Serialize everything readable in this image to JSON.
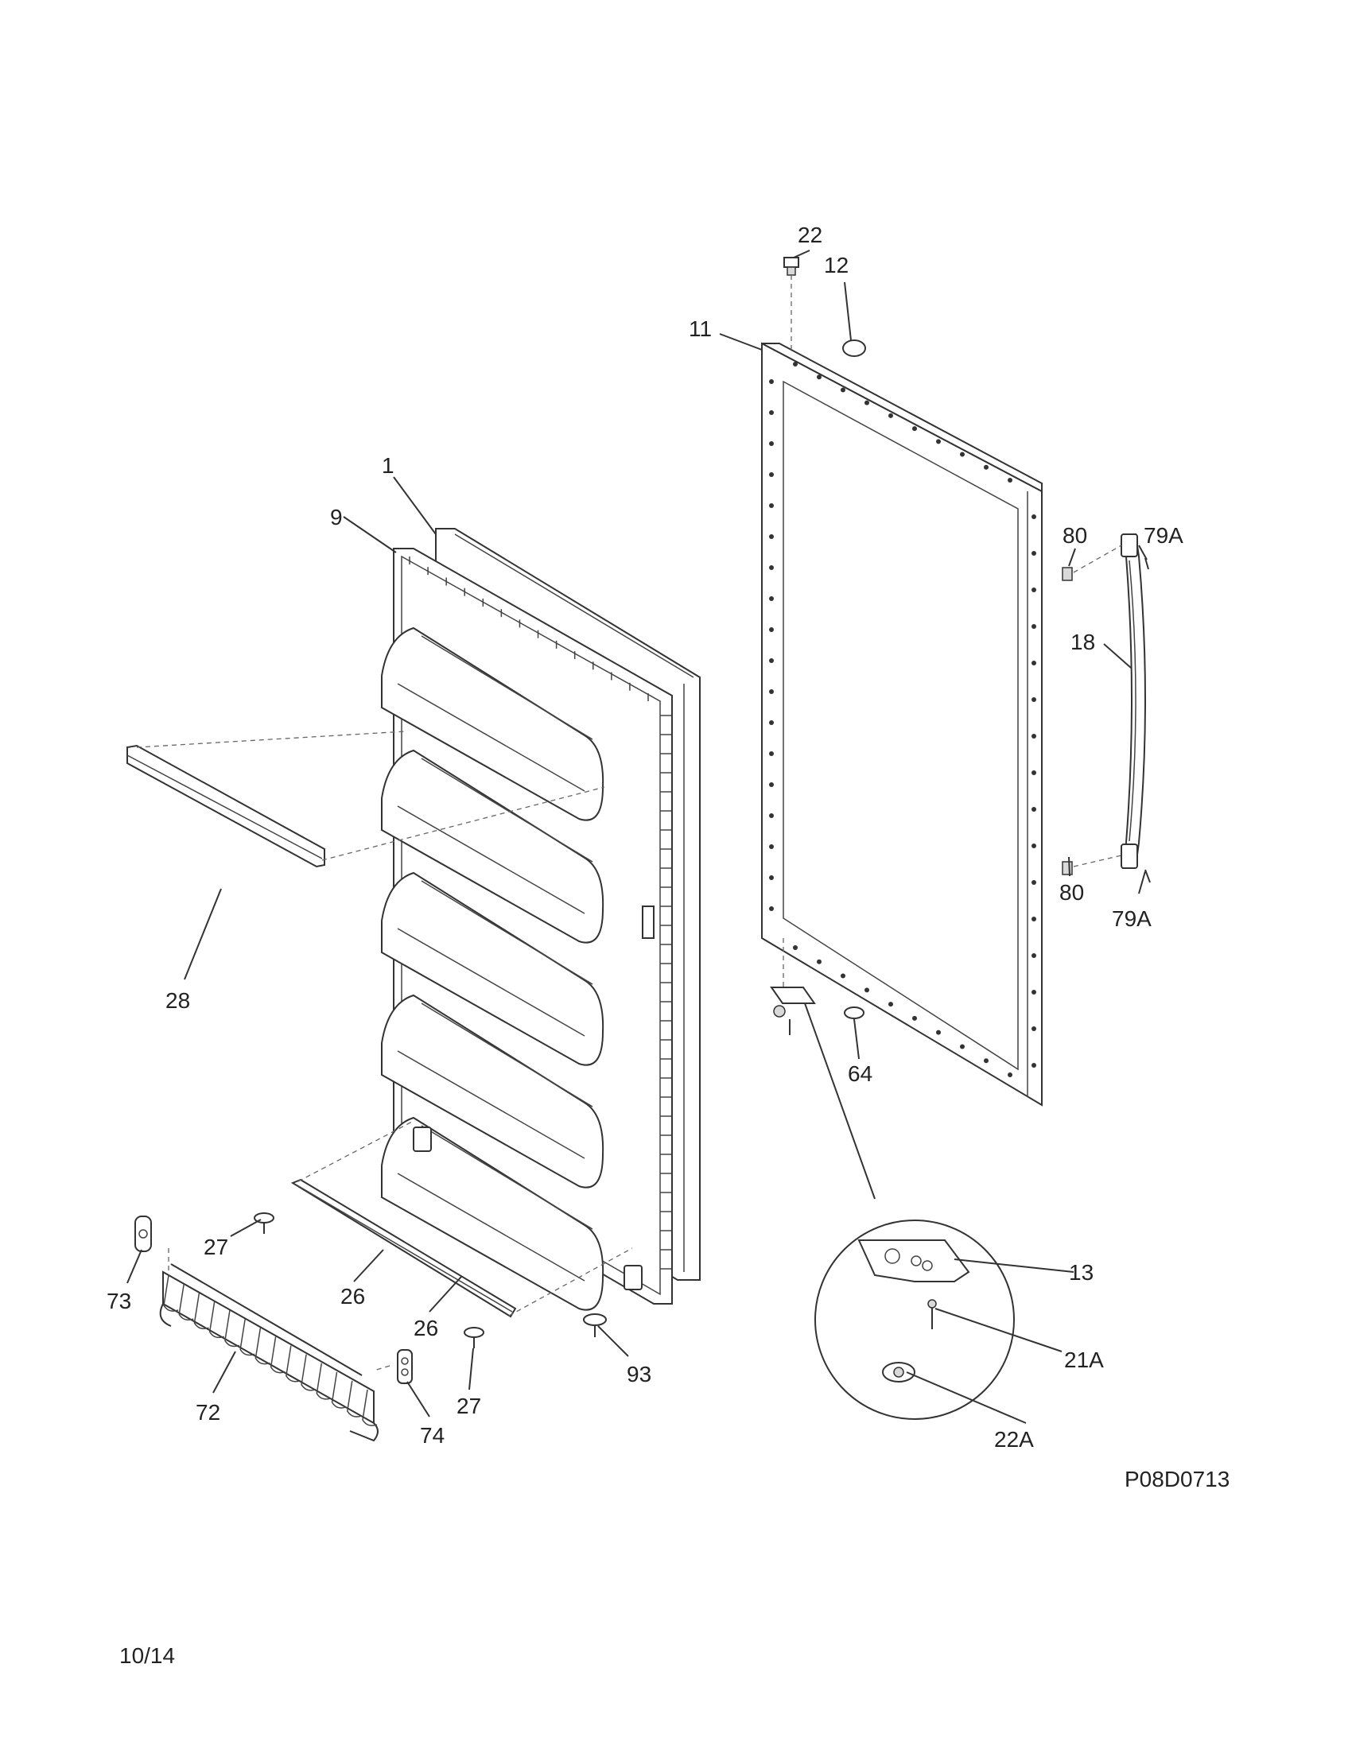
{
  "document": {
    "drawing_code": "P08D0713",
    "date": "10/14"
  },
  "labels": {
    "part_1": "1",
    "part_9": "9",
    "part_11": "11",
    "part_12": "12",
    "part_22": "22",
    "part_80_top": "80",
    "part_79a_top": "79A",
    "part_18": "18",
    "part_80_bottom": "80",
    "part_79a_bottom": "79A",
    "part_28": "28",
    "part_64": "64",
    "part_13": "13",
    "part_21a": "21A",
    "part_22a": "22A",
    "part_27_top": "27",
    "part_27_bottom": "27",
    "part_26_top": "26",
    "part_26_bottom": "26",
    "part_73": "73",
    "part_72": "72",
    "part_74": "74",
    "part_93": "93"
  }
}
